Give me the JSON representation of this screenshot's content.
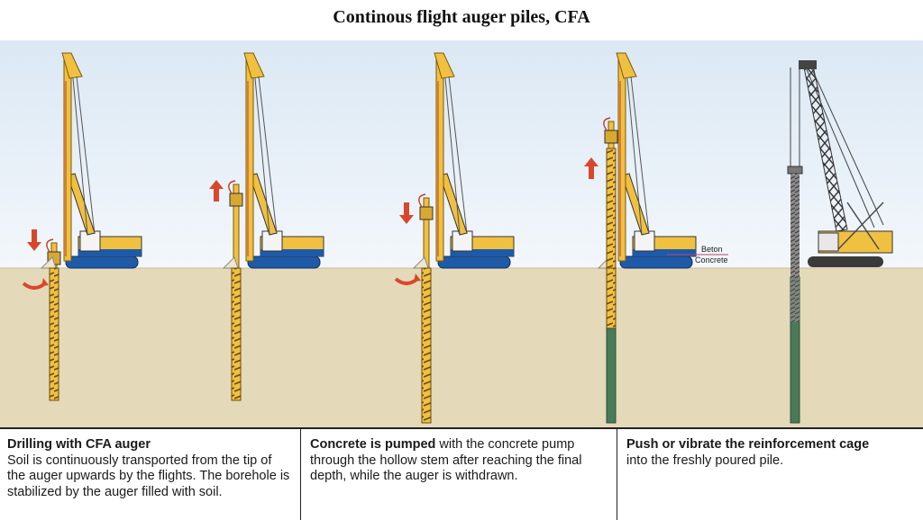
{
  "title": "Continous flight auger piles, CFA",
  "colors": {
    "sky_top": "#dbe8f4",
    "sky_bottom": "#f2f6fb",
    "ground": "#e4d9b9",
    "rig_yellow": "#f0c040",
    "rig_blue": "#1e5aa8",
    "arrow_red": "#d9472b",
    "concrete_green": "#4a7a58",
    "crane_dark": "#3a3a3a"
  },
  "scene": {
    "stages": [
      {
        "id": "drilling-down",
        "equipment": "CFA drilling rig",
        "arrow": "down",
        "rotation": true,
        "pile_state": "auger in ground, full depth"
      },
      {
        "id": "reaching-depth",
        "equipment": "CFA drilling rig",
        "arrow": "up",
        "rotation": false,
        "pile_state": "auger at full depth"
      },
      {
        "id": "drilling-rotation",
        "equipment": "CFA drilling rig",
        "arrow": "down",
        "rotation": true,
        "pile_state": "auger at full depth"
      },
      {
        "id": "concreting",
        "equipment": "CFA drilling rig",
        "arrow": "up",
        "rotation": false,
        "pile_state": "auger withdrawn, concrete filling below"
      },
      {
        "id": "cage-insertion",
        "equipment": "crawler crane",
        "arrow": null,
        "rotation": false,
        "pile_state": "reinforcement cage in concrete"
      }
    ],
    "labels": {
      "beton": "Beton",
      "concrete": "Concrete"
    }
  },
  "panels": [
    {
      "heading": "Drilling with CFA auger",
      "body": "Soil is continuously transported from the tip of the auger upwards by the flights. The borehole is stabilized by the auger filled with soil."
    },
    {
      "heading": "Concrete is pumped",
      "body": " with the concrete pump through the hollow stem after reaching the final depth, while the auger is withdrawn."
    },
    {
      "heading": "Push or vibrate the reinforcement cage",
      "body": "into the freshly poured pile."
    }
  ]
}
